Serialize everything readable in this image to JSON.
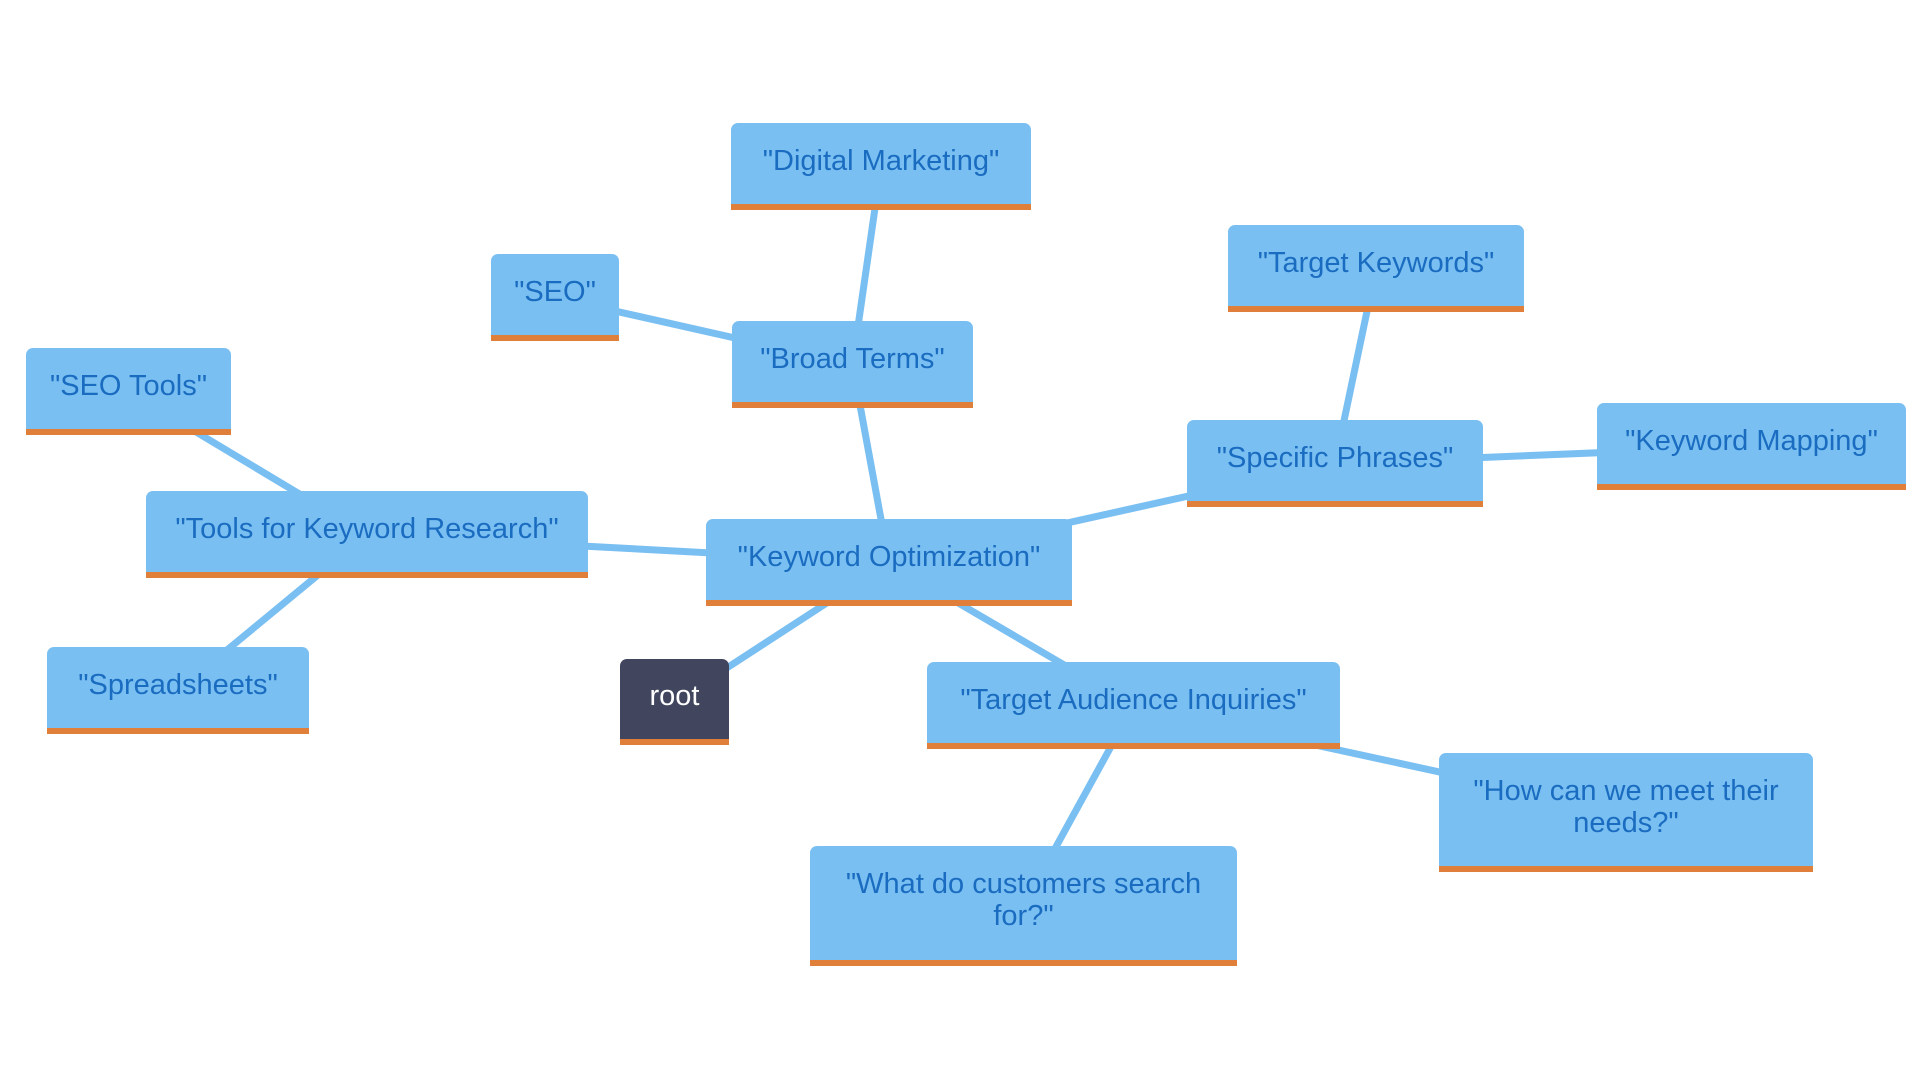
{
  "colors": {
    "node_fill": "#7ABFF2",
    "node_text": "#1A6CC0",
    "node_underline": "#E07F3A",
    "edge": "#7ABFF2",
    "root_fill": "#41465E",
    "root_text": "#FFFFFF"
  },
  "nodes": {
    "root": "root",
    "keyword_optimization": "\"Keyword Optimization\"",
    "broad_terms": "\"Broad Terms\"",
    "digital_marketing": "\"Digital Marketing\"",
    "seo": "\"SEO\"",
    "specific_phrases": "\"Specific Phrases\"",
    "target_keywords": "\"Target Keywords\"",
    "keyword_mapping": "\"Keyword Mapping\"",
    "tools_for_keyword_research": "\"Tools for Keyword Research\"",
    "seo_tools": "\"SEO Tools\"",
    "spreadsheets": "\"Spreadsheets\"",
    "target_audience_inquiries": "\"Target Audience Inquiries\"",
    "what_do_customers_search_for": "\"What do customers search for?\"",
    "how_can_we_meet_their_needs": "\"How can we meet their needs?\""
  },
  "edges": [
    [
      "root",
      "keyword_optimization"
    ],
    [
      "keyword_optimization",
      "broad_terms"
    ],
    [
      "broad_terms",
      "digital_marketing"
    ],
    [
      "broad_terms",
      "seo"
    ],
    [
      "keyword_optimization",
      "specific_phrases"
    ],
    [
      "specific_phrases",
      "target_keywords"
    ],
    [
      "specific_phrases",
      "keyword_mapping"
    ],
    [
      "keyword_optimization",
      "tools_for_keyword_research"
    ],
    [
      "tools_for_keyword_research",
      "seo_tools"
    ],
    [
      "tools_for_keyword_research",
      "spreadsheets"
    ],
    [
      "keyword_optimization",
      "target_audience_inquiries"
    ],
    [
      "target_audience_inquiries",
      "what_do_customers_search_for"
    ],
    [
      "target_audience_inquiries",
      "how_can_we_meet_their_needs"
    ]
  ]
}
